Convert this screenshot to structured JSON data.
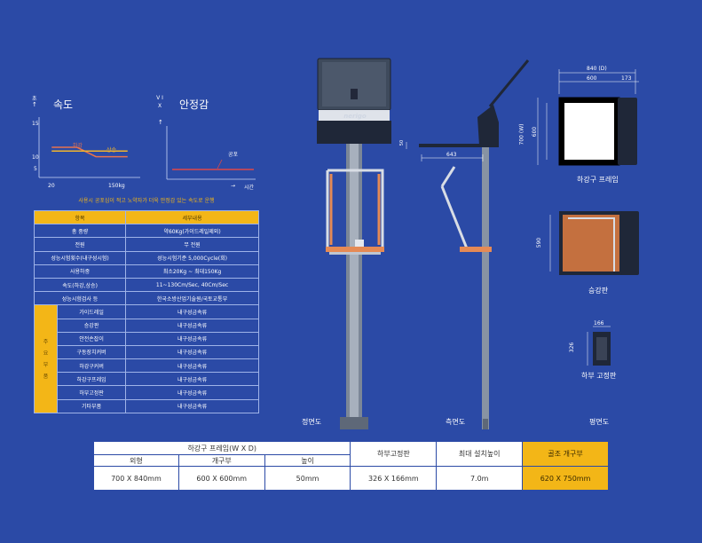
{
  "speed_chart": {
    "title": "속도",
    "y_axis_mark": "초",
    "ticks_y": [
      "15",
      "10",
      "5"
    ],
    "ticks_x": [
      "20",
      "150kg"
    ],
    "series": [
      {
        "name": "하강",
        "color": "#e8724e",
        "values": [
          [
            20,
            8
          ],
          [
            60,
            8
          ],
          [
            90,
            5.5
          ],
          [
            140,
            5.5
          ]
        ]
      },
      {
        "name": "상승",
        "color": "#f1b52c",
        "values": [
          [
            20,
            7
          ],
          [
            90,
            7
          ],
          [
            140,
            7
          ]
        ]
      }
    ]
  },
  "stability_chart": {
    "title": "안정감",
    "y_axis_mark": "V I X",
    "x_axis_mark": "시간",
    "series": [
      {
        "name": "공포",
        "color": "#e04848"
      }
    ]
  },
  "caption": "사용시 공포심이 적고 노약자가 더욱 안정감 있는 속도로 운행",
  "spec_table": {
    "headers": [
      "항목",
      "세부내용"
    ],
    "rows": [
      [
        "총 중량",
        "약60Kg(가이드레일제외)"
      ],
      [
        "전원",
        "무 전원"
      ],
      [
        "성능시험횟수(내구성시험)",
        "성능시험기준 5,000Cycle(회)"
      ],
      [
        "사용하중",
        "최소20Kg ~ 최대150Kg"
      ],
      [
        "속도(하강,상승)",
        "11~130Cm/Sec,  40Cm/Sec"
      ],
      [
        "성능시험검사 등",
        "한국소방산업기술원/국토교통부"
      ]
    ],
    "group_label": [
      "주",
      "요",
      "부",
      "품"
    ],
    "group_rows": [
      [
        "가이드레일",
        "내구성금속류"
      ],
      [
        "승강판",
        "내구성금속류"
      ],
      [
        "안전손잡이",
        "내구성금속류"
      ],
      [
        "구동장치커버",
        "내구성금속류"
      ],
      [
        "하강구커버",
        "내구성금속류"
      ],
      [
        "하강구프레임",
        "내구성금속류"
      ],
      [
        "하부고정판",
        "내구성금속류"
      ],
      [
        "기타부품",
        "내구성금속류"
      ]
    ]
  },
  "device_brand": "nerigo",
  "front_label": "정면도",
  "side_label": "측면도",
  "plan_label": "평면도",
  "side_dims": {
    "d1": "643",
    "d2": "50"
  },
  "plan": {
    "frame": {
      "label": "하강구 프레임",
      "w_total": "840 (D)",
      "w_inner": "600",
      "w_side": "173",
      "h_total": "700 (W)",
      "h_inner": "600"
    },
    "plate": {
      "label": "승강판",
      "h": "590"
    },
    "base": {
      "label": "하부 고정판",
      "w": "166",
      "h": "326"
    }
  },
  "dims_table": {
    "group_header": "하강구 프레임(W X D)",
    "sub_headers": [
      "외형",
      "개구부",
      "높이"
    ],
    "headers": [
      "하부고정판",
      "최대 설치높이",
      "골조 개구부"
    ],
    "values": [
      "700 X 840mm",
      "600 X 600mm",
      "50mm",
      "326 X 166mm",
      "7.0m",
      "620 X 750mm"
    ]
  }
}
